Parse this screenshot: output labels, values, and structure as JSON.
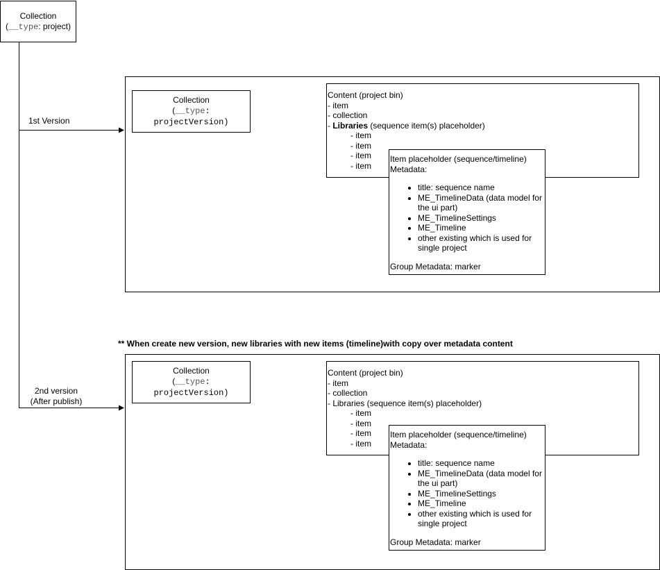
{
  "root": {
    "title": "Collection",
    "type_prefix": "(",
    "type_key": "__type",
    "type_value": ": project)"
  },
  "v1": {
    "edge_label": "1st Version",
    "collection": {
      "title": "Collection",
      "type_prefix": "(",
      "type_key": "__type",
      "type_value": ": projectVersion)"
    },
    "content": {
      "title": "Content (project bin)",
      "items": [
        "- item",
        "- collection"
      ],
      "libraries_dash": "- ",
      "libraries_bold": "Libraries",
      "libraries_rest": " (sequence item(s) placeholder)",
      "sub_items": [
        "- item",
        "- item",
        "- item",
        "- item"
      ]
    },
    "placeholder": {
      "title": "Item placeholder (sequence/timeline)",
      "metadata_label": "Metadata:",
      "bullets": [
        "title: sequence name",
        "ME_TimelineData (data model for the ui part)",
        "ME_TimelineSettings",
        "ME_Timeline",
        "other existing which is used for single project"
      ],
      "group": "Group Metadata: marker"
    }
  },
  "note": "** When create new version, new libraries with new items (timeline)with copy over metadata content",
  "v2": {
    "edge_label_line1": "2nd version",
    "edge_label_line2": "(After publish)",
    "collection": {
      "title": "Collection",
      "type_prefix": "(",
      "type_key": "__type",
      "type_value": ": projectVersion)"
    },
    "content": {
      "title": "Content (project bin)",
      "items": [
        "- item",
        "- collection"
      ],
      "libraries": "- Libraries (sequence item(s) placeholder)",
      "sub_items": [
        "- item",
        "- item",
        "- item",
        "- item"
      ]
    },
    "placeholder": {
      "title": "Item placeholder (sequence/timeline)",
      "metadata_label": "Metadata:",
      "bullets": [
        "title: sequence name",
        "ME_TimelineData (data model for the ui part)",
        "ME_TimelineSettings",
        "ME_Timeline",
        "other existing which is used for single project"
      ],
      "group": "Group Metadata: marker"
    }
  }
}
